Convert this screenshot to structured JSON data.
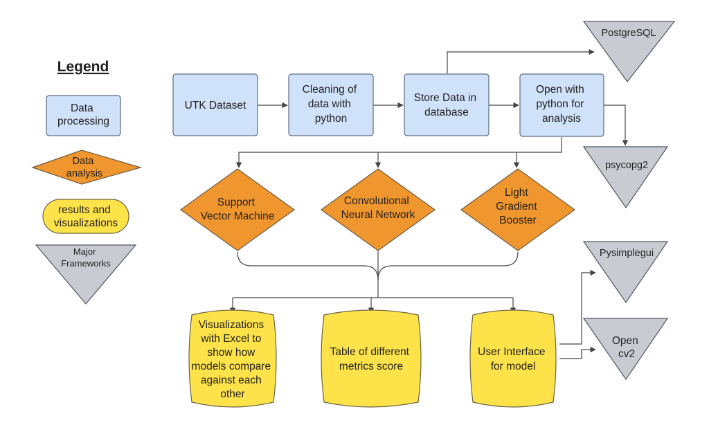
{
  "legend": {
    "title": "Legend",
    "data_processing": [
      "Data",
      "processing"
    ],
    "data_analysis": [
      "Data",
      "analysis"
    ],
    "results": [
      "results and",
      "visualizations"
    ],
    "frameworks": [
      "Major",
      "Frameworks"
    ]
  },
  "process": {
    "utk": [
      "UTK Dataset"
    ],
    "cleaning": [
      "Cleaning of",
      "data with",
      "python"
    ],
    "store": [
      "Store Data in",
      "database"
    ],
    "open": [
      "Open with",
      "python for",
      "analysis"
    ]
  },
  "analysis": {
    "svm": [
      "Support",
      "Vector Machine"
    ],
    "cnn": [
      "Convolutional",
      "Neural Network"
    ],
    "lgb": [
      "Light",
      "Gradient",
      "Booster"
    ]
  },
  "results": {
    "excel": [
      "Visualizations",
      "with Excel to",
      "show how",
      "models compare",
      "against each",
      "other"
    ],
    "table": [
      "Table of different",
      "metrics score"
    ],
    "ui": [
      "User Interface",
      "for model"
    ]
  },
  "frameworks": {
    "postgres": [
      "PostgreSQL"
    ],
    "psycopg": [
      "psycopg2"
    ],
    "pysimple": [
      "Pysimplegui"
    ],
    "opencv": [
      "Open",
      "cv2"
    ]
  },
  "colors": {
    "processing": "#cfe2fa",
    "analysis": "#f0962e",
    "results": "#fde24a",
    "frameworks": "#c8ccd2"
  }
}
